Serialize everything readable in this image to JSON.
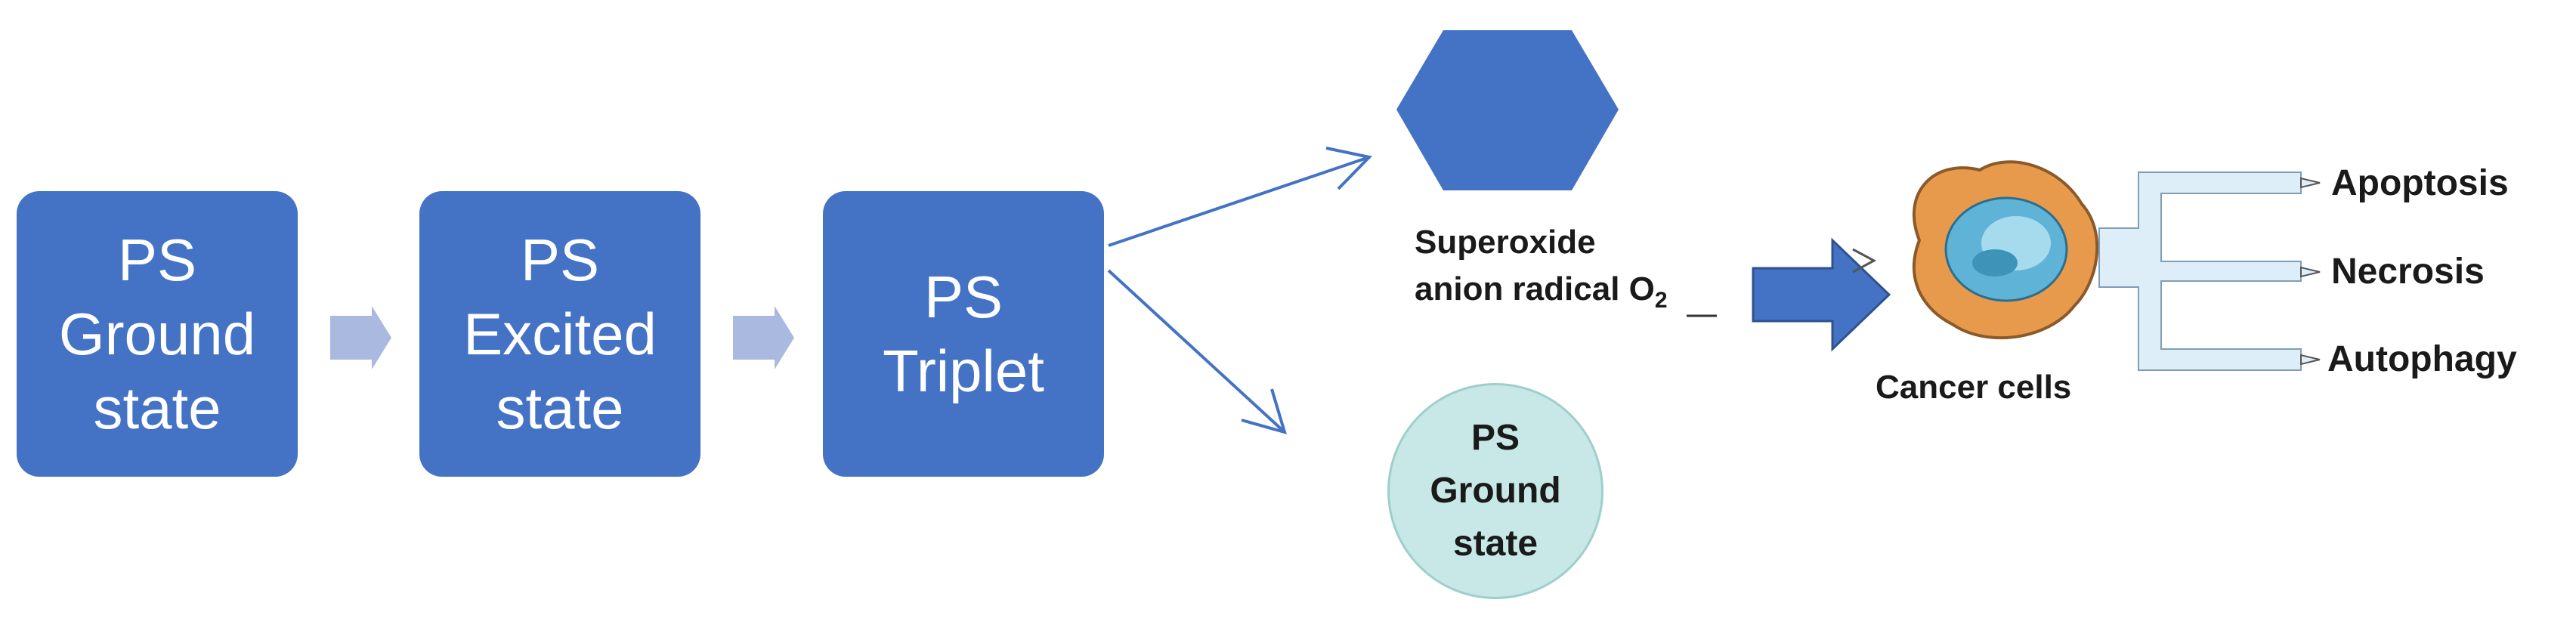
{
  "nodes": {
    "ground": [
      "PS",
      "Ground",
      "state"
    ],
    "excited": [
      "PS",
      "Excited",
      "state"
    ],
    "triplet": [
      "PS",
      "Triplet"
    ],
    "ground2": [
      "PS",
      "Ground",
      "state"
    ]
  },
  "superoxide": {
    "line1": "Superoxide",
    "line2": "anion radical O",
    "subscript": "2"
  },
  "cancer_label": "Cancer cells",
  "outcomes": [
    "Apoptosis",
    "Necrosis",
    "Autophagy"
  ],
  "colors": {
    "box": "#4472C4",
    "chevron": "#A9B9DF",
    "arrow": "#4472C4",
    "circle": "#C7E8E6",
    "cell": "#E89A4C",
    "nucleus": "#5FB3D6",
    "bracket": "#DDEEF8"
  }
}
